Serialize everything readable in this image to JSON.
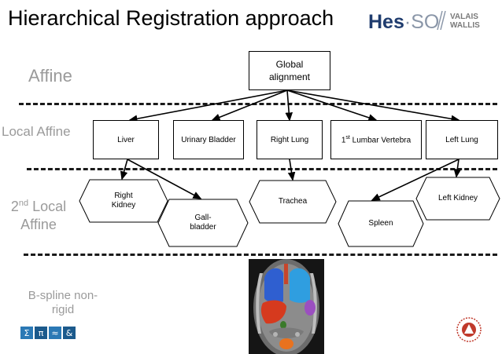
{
  "slide": {
    "title": "Hierarchical Registration approach"
  },
  "logo": {
    "hes": "Hes",
    "dot": "·",
    "so": "SO",
    "valais": "VALAIS",
    "wallis": "WALLIS"
  },
  "levels": {
    "affine": "Affine",
    "local_affine": "Local Affine",
    "second_local_num": "2",
    "second_local_sup": "nd",
    "second_local_rest": " Local Affine",
    "bspline": "B-spline non-rigid"
  },
  "nodes": {
    "global": "Global alignment",
    "liver": "Liver",
    "urinary_bladder": "Urinary Bladder",
    "right_lung": "Right Lung",
    "lumbar_num": "1",
    "lumbar_sup": "st",
    "lumbar_rest": " Lumbar Vertebra",
    "left_lung": "Left Lung",
    "right_kidney": "Right Kidney",
    "gall_bladder": "Gall-bladder",
    "trachea": "Trachea",
    "spleen": "Spleen",
    "left_kidney": "Left Kidney"
  },
  "footer_symbols": [
    "Σ",
    "π",
    "≈",
    "&"
  ],
  "colors": {
    "label_gray": "#9a9a9a",
    "logo_blue": "#1f3c6e",
    "symbol_blue": "#2b79b5",
    "ct_blue": "#2f5fd0",
    "ct_red": "#d63a1e",
    "ct_orange": "#e8721f",
    "ct_purple": "#9b4fc0"
  }
}
